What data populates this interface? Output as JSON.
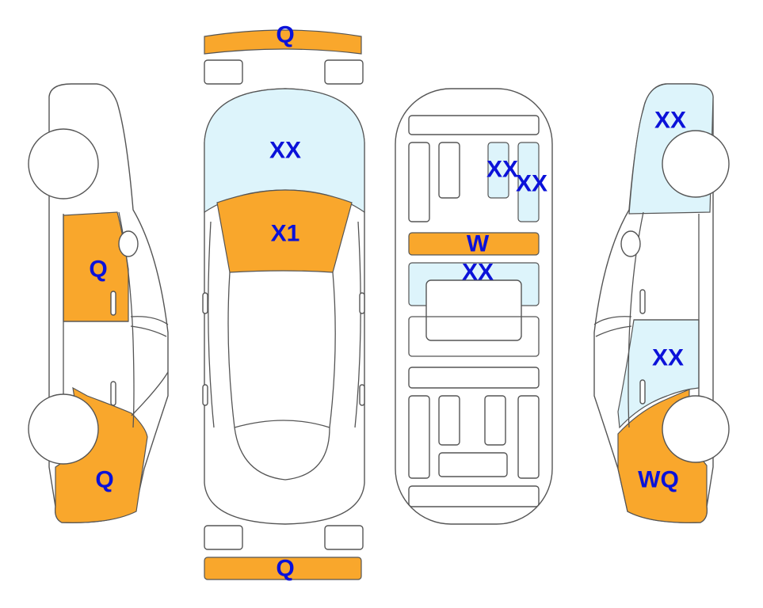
{
  "colors": {
    "orange": "#F9A72C",
    "light_blue": "#DDF4FB",
    "label_blue": "#0B12D9",
    "outline": "#555555"
  },
  "labels": {
    "front_bumper": "Q",
    "hood": "XX",
    "windshield": "X1",
    "left_front_door": "Q",
    "left_rear_quarter": "Q",
    "roof_front_left": "XX",
    "roof_front_right": "XX",
    "roof_strip": "W",
    "roof_center": "XX",
    "right_front_fender": "XX",
    "right_rear_door": "XX",
    "right_rear_quarter": "WQ",
    "rear_bumper": "Q"
  }
}
